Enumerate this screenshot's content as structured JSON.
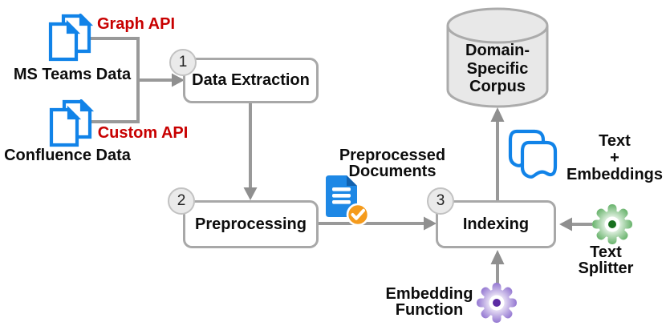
{
  "diagram": {
    "title_hint": "data ingestion pipeline diagram",
    "sources": {
      "msteams": {
        "icon": "documents-stack-icon",
        "label": "MS Teams Data",
        "api": "Graph API"
      },
      "confluence": {
        "icon": "documents-stack-icon",
        "label": "Confluence Data",
        "api": "Custom API"
      }
    },
    "steps": {
      "extraction": {
        "badge": "1",
        "label": "Data Extraction"
      },
      "preprocessing": {
        "badge": "2",
        "label": "Preprocessing"
      },
      "indexing": {
        "badge": "3",
        "label": "Indexing"
      }
    },
    "artifacts": {
      "preprocessed_documents": {
        "icon": "document-check-icon",
        "line1": "Preprocessed",
        "line2": "Documents"
      },
      "text_embeddings": {
        "icon": "pages-wave-icon",
        "line1": "Text",
        "line2": "+",
        "line3": "Embeddings"
      },
      "corpus": {
        "shape": "database-cylinder",
        "line1": "Domain-",
        "line2": "Specific",
        "line3": "Corpus"
      }
    },
    "components": {
      "embedding_function": {
        "icon": "gear-icon",
        "color": "#8e70cf",
        "line1": "Embedding",
        "line2": "Function"
      },
      "text_splitter": {
        "icon": "gear-icon",
        "color": "#5fae63",
        "line1": "Text",
        "line2": "Splitter"
      }
    },
    "colors": {
      "doc_outline_blue": "#1183e8",
      "doc_fill_blue": "#1e88e5",
      "doc_fold_blue": "#1261ad",
      "api_label_red": "#c80000",
      "wire_gray": "#999999",
      "arrow_gray": "#8f8f8f",
      "node_border_gray": "#a8a8a8",
      "cylinder_fill": "#e8e8e8",
      "check_badge_orange": "#f59b1c",
      "gear_green": "#5fae63",
      "gear_green_dot": "#19701f",
      "gear_purple": "#8e70cf",
      "gear_purple_dot": "#5c2ba3"
    }
  }
}
